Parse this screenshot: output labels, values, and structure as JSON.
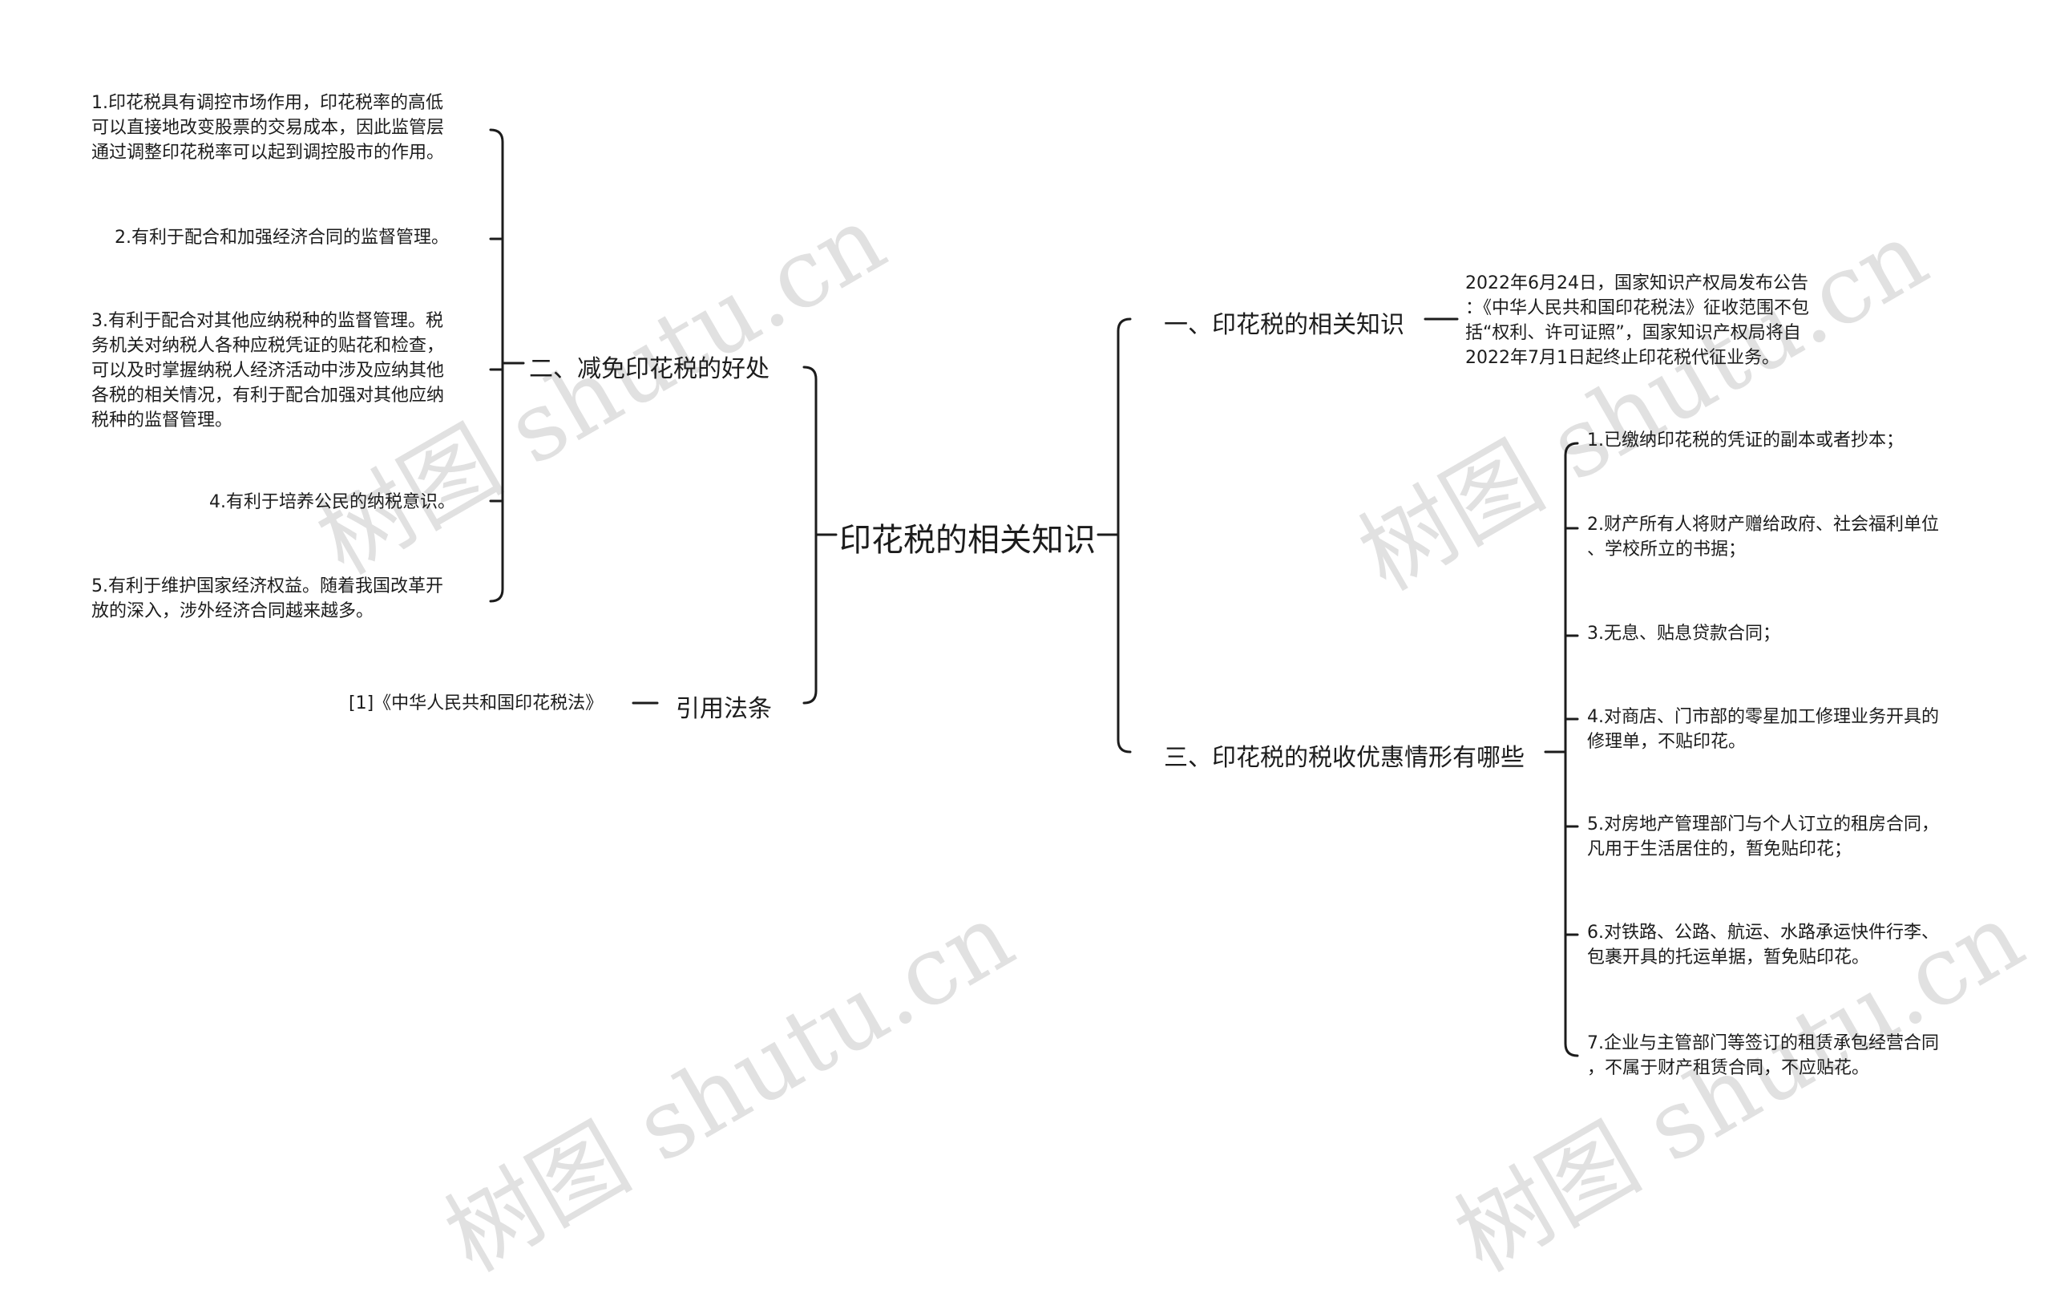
{
  "root": "印花税的相关知识",
  "branches": {
    "b1": {
      "label": "一、印花税的相关知识",
      "leaves": [
        [
          "2022年6月24日，国家知识产权局发布公告",
          "：《中华人民共和国印花税法》征收范围不包",
          "括“权利、许可证照”，国家知识产权局将自",
          "2022年7月1日起终止印花税代征业务。"
        ]
      ]
    },
    "b2": {
      "label": "二、减免印花税的好处",
      "leaves": [
        [
          "1.印花税具有调控市场作用，印花税率的高低",
          "可以直接地改变股票的交易成本，因此监管层",
          "通过调整印花税率可以起到调控股市的作用。"
        ],
        [
          "2.有利于配合和加强经济合同的监督管理。"
        ],
        [
          "3.有利于配合对其他应纳税种的监督管理。税",
          "务机关对纳税人各种应税凭证的贴花和检查，",
          "可以及时掌握纳税人经济活动中涉及应纳其他",
          "各税的相关情况，有利于配合加强对其他应纳",
          "税种的监督管理。"
        ],
        [
          "4.有利于培养公民的纳税意识。"
        ],
        [
          "5.有利于维护国家经济权益。随着我国改革开",
          "放的深入，涉外经济合同越来越多。"
        ]
      ]
    },
    "b3": {
      "label": "三、印花税的税收优惠情形有哪些",
      "leaves": [
        [
          "1.已缴纳印花税的凭证的副本或者抄本；"
        ],
        [
          "2.财产所有人将财产赠给政府、社会福利单位",
          "、学校所立的书据；"
        ],
        [
          "3.无息、贴息贷款合同；"
        ],
        [
          "4.对商店、门市部的零星加工修理业务开具的",
          "修理单，不贴印花。"
        ],
        [
          "5.对房地产管理部门与个人订立的租房合同，",
          "凡用于生活居住的，暂免贴印花；"
        ],
        [
          "6.对铁路、公路、航运、水路承运快件行李、",
          "包裹开具的托运单据，暂免贴印花。"
        ],
        [
          "7.企业与主管部门等签订的租赁承包经营合同",
          "，不属于财产租赁合同，不应贴花。"
        ]
      ]
    },
    "b4": {
      "label": "引用法条",
      "leaves": [
        [
          "[1]《中华人民共和国印花税法》"
        ]
      ]
    }
  },
  "watermark": "树图 shutu.cn"
}
